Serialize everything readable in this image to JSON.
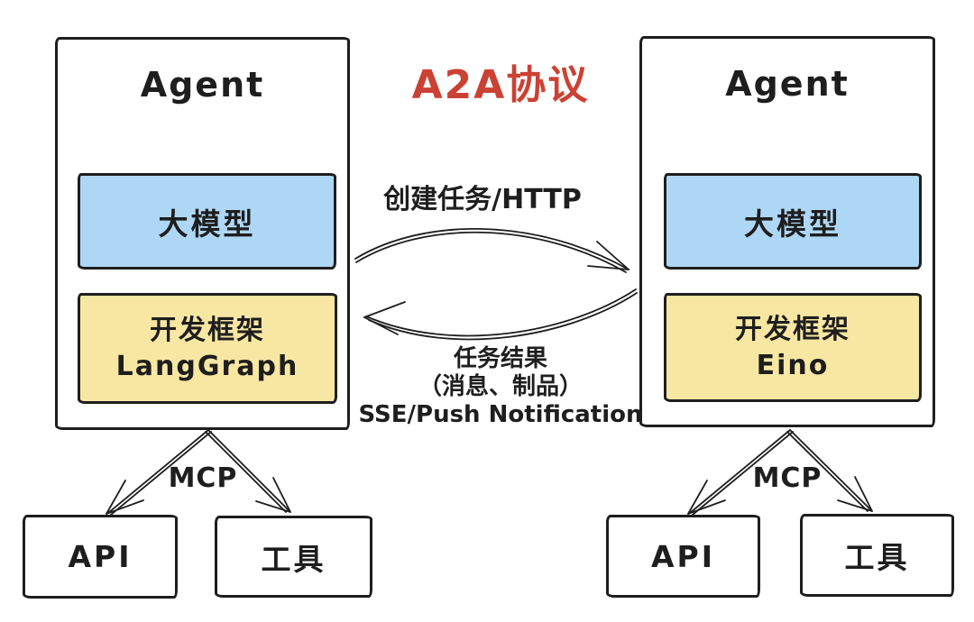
{
  "title": {
    "text": "A2A协议"
  },
  "colors": {
    "stroke": "#1e1e1e",
    "accent_red": "#cb4134",
    "model_fill": "#aed7f5",
    "framework_fill": "#f8e7a3",
    "canvas_bg": "#ffffff"
  },
  "connections": {
    "request": {
      "label": "创建任务/HTTP",
      "direction": "left-to-right"
    },
    "response": {
      "lines": [
        "任务结果",
        "（消息、制品）",
        "SSE/Push Notification"
      ],
      "direction": "right-to-left"
    }
  },
  "agents": [
    {
      "title": "Agent",
      "model_label": "大模型",
      "framework": {
        "line1": "开发框架",
        "line2": "LangGraph"
      },
      "mcp_label": "MCP",
      "children": [
        {
          "label": "API"
        },
        {
          "label": "工具"
        }
      ]
    },
    {
      "title": "Agent",
      "model_label": "大模型",
      "framework": {
        "line1": "开发框架",
        "line2": "Eino"
      },
      "mcp_label": "MCP",
      "children": [
        {
          "label": "API"
        },
        {
          "label": "工具"
        }
      ]
    }
  ]
}
